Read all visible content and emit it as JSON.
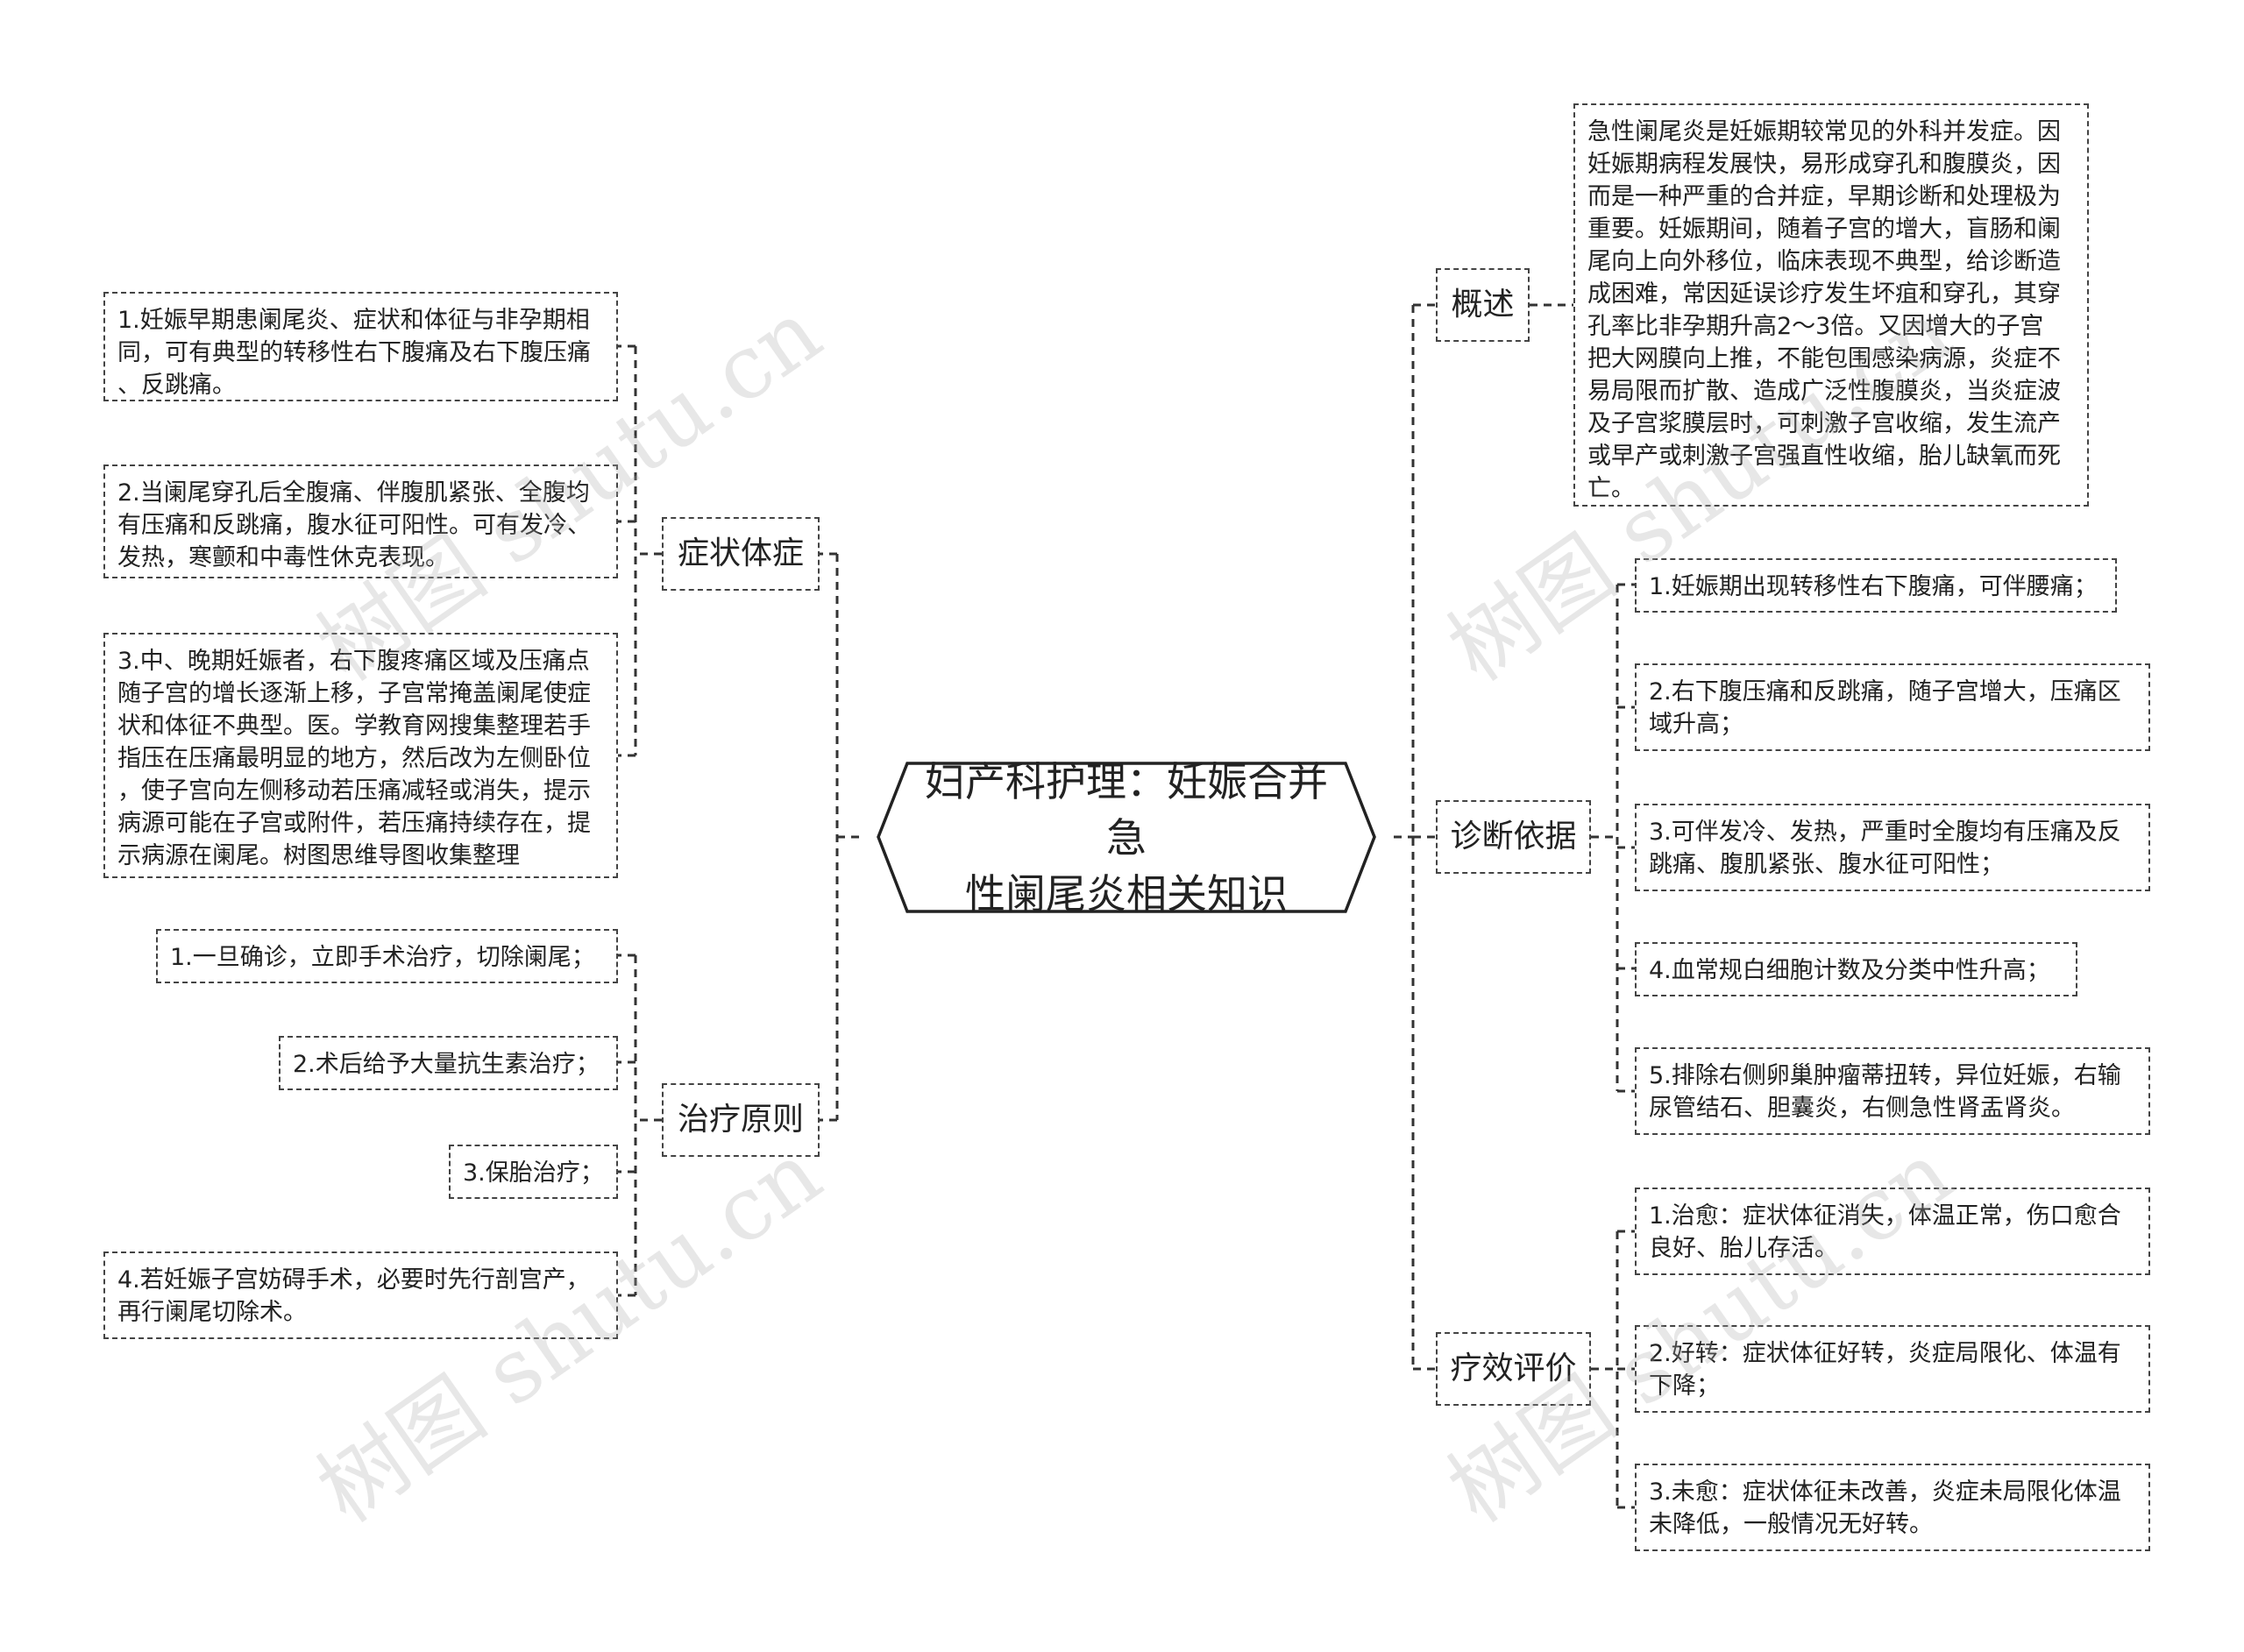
{
  "center": {
    "title": "妇产科护理：妊娠合并急\n性阑尾炎相关知识"
  },
  "left": [
    {
      "label": "症状体症",
      "items": [
        "1.妊娠早期患阑尾炎、症状和体征与非孕期相\n同，可有典型的转移性右下腹痛及右下腹压痛\n、反跳痛。",
        "2.当阑尾穿孔后全腹痛、伴腹肌紧张、全腹均\n有压痛和反跳痛，腹水征可阳性。可有发冷、\n发热，寒颤和中毒性休克表现。",
        "3.中、晚期妊娠者，右下腹疼痛区域及压痛点\n随子宫的增长逐渐上移，子宫常掩盖阑尾使症\n状和体征不典型。医。学教育网搜集整理若手\n指压在压痛最明显的地方，然后改为左侧卧位\n，使子宫向左侧移动若压痛减轻或消失，提示\n病源可能在子宫或附件，若压痛持续存在，提\n示病源在阑尾。树图思维导图收集整理"
      ]
    },
    {
      "label": "治疗原则",
      "items": [
        "1.一旦确诊，立即手术治疗，切除阑尾；",
        "2.术后给予大量抗生素治疗；",
        "3.保胎治疗；",
        "4.若妊娠子宫妨碍手术，必要时先行剖宫产，\n再行阑尾切除术。"
      ]
    }
  ],
  "right": [
    {
      "label": "概述",
      "items": [
        "急性阑尾炎是妊娠期较常见的外科并发症。因\n妊娠期病程发展快，易形成穿孔和腹膜炎，因\n而是一种严重的合并症，早期诊断和处理极为\n重要。妊娠期间，随着子宫的增大，盲肠和阑\n尾向上向外移位，临床表现不典型，给诊断造\n成困难，常因延误诊疗发生坏疽和穿孔，其穿\n孔率比非孕期升高2～3倍。又因增大的子宫\n把大网膜向上推，不能包围感染病源，炎症不\n易局限而扩散、造成广泛性腹膜炎，当炎症波\n及子宫浆膜层时，可刺激子宫收缩，发生流产\n或早产或刺激子宫强直性收缩，胎儿缺氧而死\n亡。"
      ]
    },
    {
      "label": "诊断依据",
      "items": [
        "1.妊娠期出现转移性右下腹痛，可伴腰痛；",
        "2.右下腹压痛和反跳痛，随子宫增大，压痛区\n域升高；",
        "3.可伴发冷、发热，严重时全腹均有压痛及反\n跳痛、腹肌紧张、腹水征可阳性；",
        "4.血常规白细胞计数及分类中性升高；",
        "5.排除右侧卵巢肿瘤蒂扭转，异位妊娠，右输\n尿管结石、胆囊炎，右侧急性肾盂肾炎。"
      ]
    },
    {
      "label": "疗效评价",
      "items": [
        "1.治愈：症状体征消失，体温正常，伤口愈合\n良好、胎儿存活。",
        "2.好转：症状体征好转，炎症局限化、体温有\n下降；",
        "3.未愈：症状体征未改善，炎症未局限化体温\n未降低，一般情况无好转。"
      ]
    }
  ],
  "watermark": "树图 shutu.cn"
}
